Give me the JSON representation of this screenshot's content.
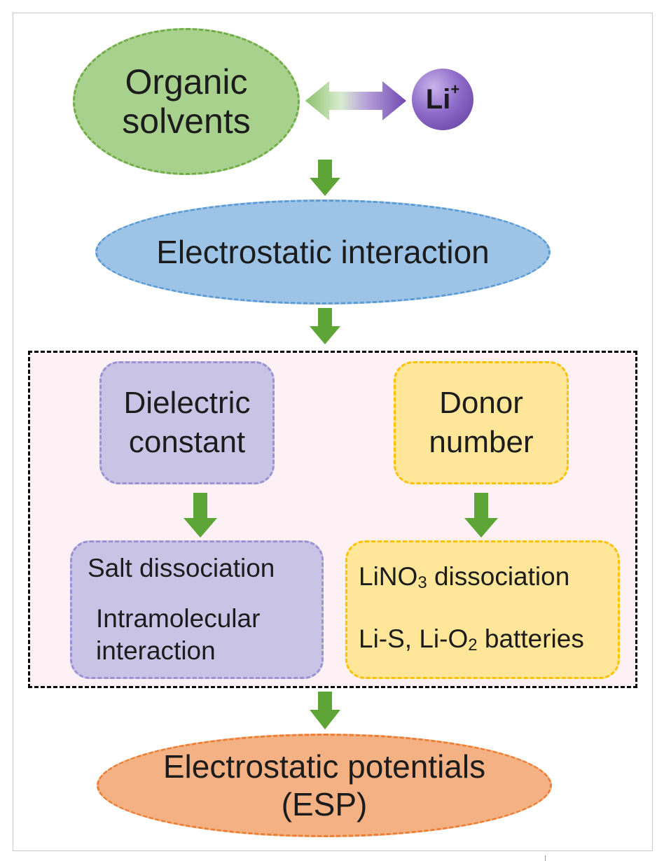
{
  "organic": {
    "line1": "Organic",
    "line2": "solvents"
  },
  "ion": {
    "symbol": "Li",
    "charge": "+"
  },
  "electrostatic": {
    "label": "Electrostatic interaction"
  },
  "dielectric": {
    "line1": "Dielectric",
    "line2": "constant"
  },
  "donor": {
    "line1": "Donor",
    "line2": "number"
  },
  "left_effects": {
    "line1": "Salt dissociation",
    "line2": "Intramolecular",
    "line3": "interaction"
  },
  "right_effects": {
    "line1_a": "LiNO",
    "line1_sub": "3",
    "line1_b": " dissociation",
    "line2_a": "Li-S, Li-O",
    "line2_sub": "2",
    "line2_b": " batteries"
  },
  "esp": {
    "line1": "Electrostatic potentials",
    "line2": "(ESP)"
  },
  "colors": {
    "green": "#a9d18e",
    "blue": "#9dc3e6",
    "orange": "#f4b183",
    "purple": "#c9c4e6",
    "yellow": "#ffe699",
    "arrow": "#5ea537",
    "ion": "#8e6cc9"
  }
}
